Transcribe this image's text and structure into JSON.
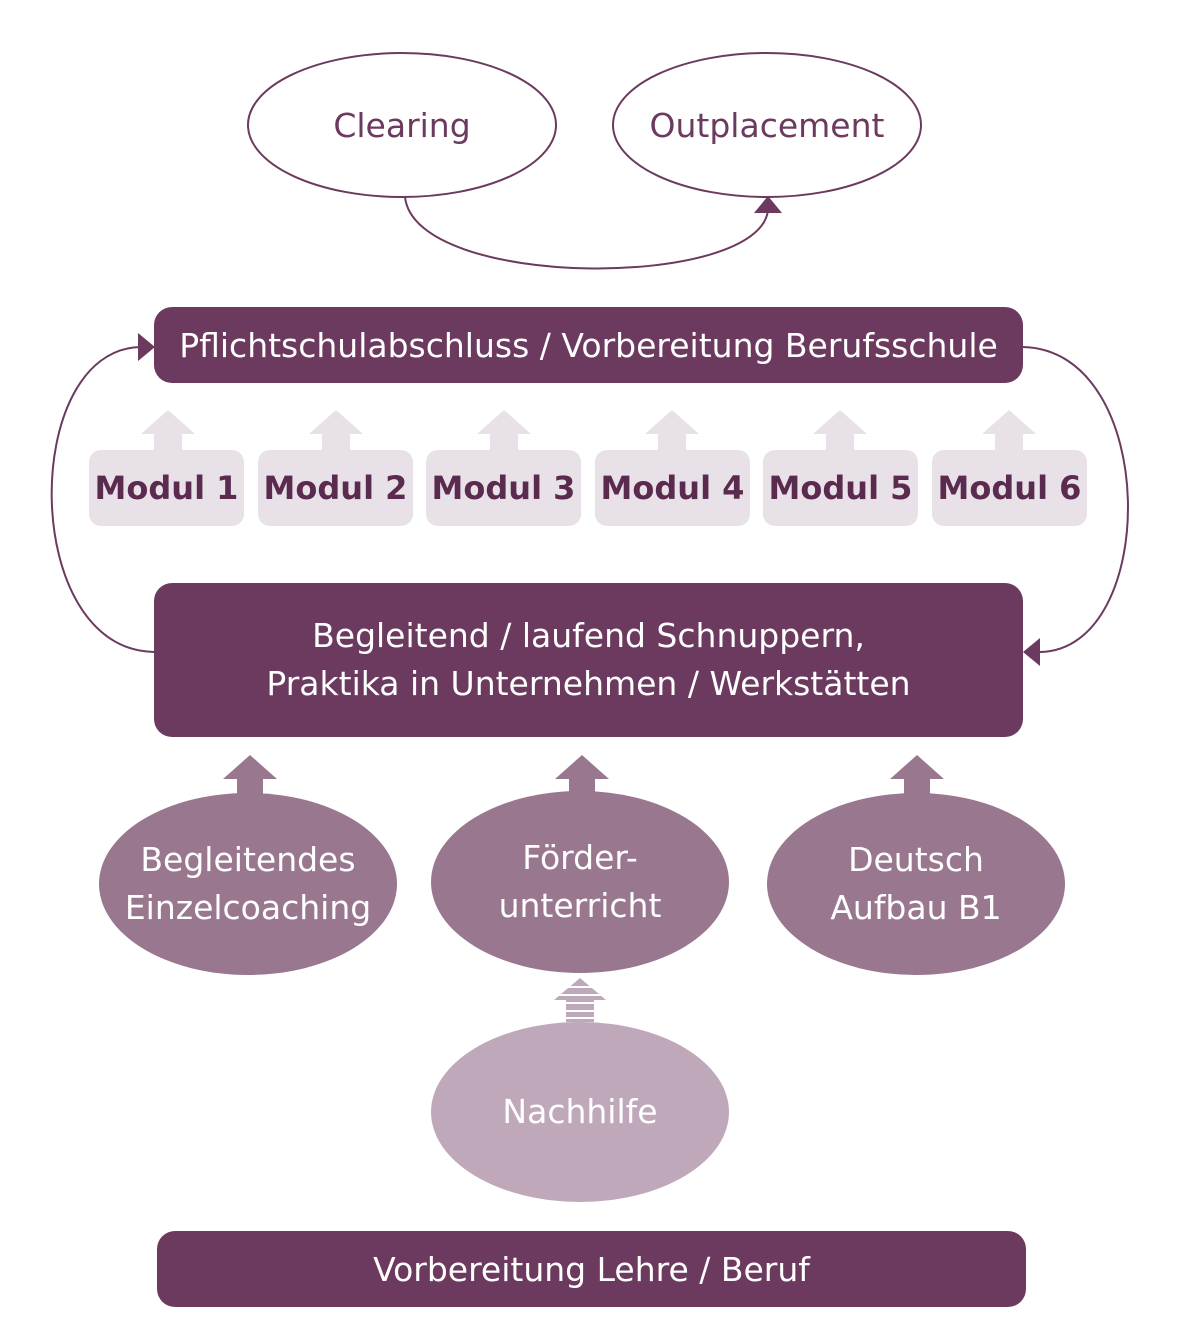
{
  "top": {
    "left_oval": "Clearing",
    "right_oval": "Outplacement"
  },
  "main_box": "Pflichtschulabschluss / Vorbereitung Berufsschule",
  "modules": [
    "Modul 1",
    "Modul 2",
    "Modul 3",
    "Modul 4",
    "Modul 5",
    "Modul 6"
  ],
  "practice_box": {
    "line1": "Begleitend / laufend Schnuppern,",
    "line2": "Praktika in Unternehmen / Werkstätten"
  },
  "support": {
    "coaching": {
      "line1": "Begleitendes",
      "line2": "Einzelcoaching"
    },
    "foerder": {
      "line1": "Förder-",
      "line2": "unterricht"
    },
    "deutsch": {
      "line1": "Deutsch",
      "line2": "Aufbau B1"
    }
  },
  "nachhilfe": "Nachhilfe",
  "bottom_box": "Vorbereitung Lehre / Beruf",
  "colors": {
    "dark": "#6b3a5e",
    "module_bg": "#e8e1e8",
    "mid_oval": "#99788f",
    "light_oval": "#bfa8b9"
  }
}
